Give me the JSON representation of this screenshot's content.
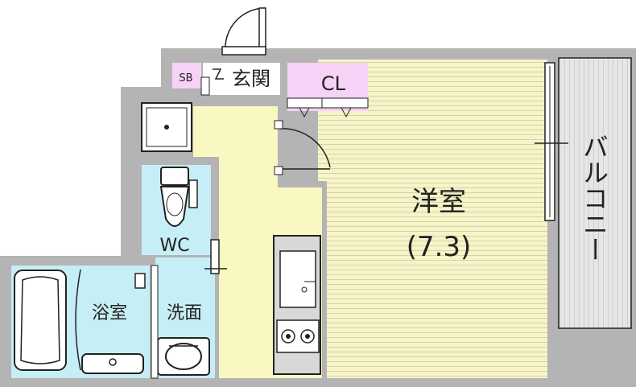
{
  "floor_plan": {
    "rooms": {
      "western_room": {
        "name": "洋室",
        "size": "(7.3)"
      },
      "balcony": {
        "name": "バルコニー"
      },
      "entrance": {
        "name": "玄関"
      },
      "shoe_box": {
        "name": "SB"
      },
      "closet": {
        "name": "CL"
      },
      "toilet": {
        "name": "WC"
      },
      "bathroom": {
        "name": "浴室"
      },
      "washroom": {
        "name": "洗面"
      }
    },
    "colors": {
      "wall": "#b4b4b4",
      "western_room_floor": "#f6f4c8",
      "corridor_floor": "#f9f7c2",
      "wet_area": "#c6eef6",
      "storage": "#f6d2f6",
      "balcony": "#e6e6e6",
      "outline": "#222222"
    }
  }
}
